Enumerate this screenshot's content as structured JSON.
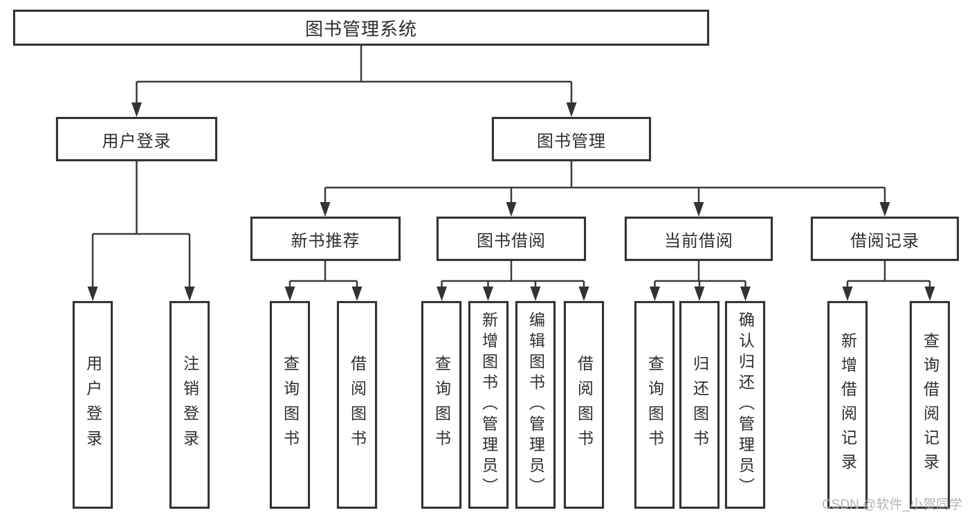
{
  "diagram": {
    "title": "图书管理系统",
    "branches": [
      {
        "label": "用户登录",
        "children": [
          {
            "label": "用户登录"
          },
          {
            "label": "注销登录"
          }
        ]
      },
      {
        "label": "图书管理",
        "sections": [
          {
            "label": "新书推荐",
            "children": [
              {
                "label": "查询图书"
              },
              {
                "label": "借阅图书"
              }
            ]
          },
          {
            "label": "图书借阅",
            "children": [
              {
                "label": "查询图书"
              },
              {
                "label": "新增图书（管理员）"
              },
              {
                "label": "编辑图书（管理员）"
              },
              {
                "label": "借阅图书"
              }
            ]
          },
          {
            "label": "当前借阅",
            "children": [
              {
                "label": "查询图书"
              },
              {
                "label": "归还图书"
              },
              {
                "label": "确认归还（管理员）"
              }
            ]
          },
          {
            "label": "借阅记录",
            "children": [
              {
                "label": "新增借阅记录"
              },
              {
                "label": "查询借阅记录"
              }
            ]
          }
        ]
      }
    ]
  },
  "watermark": {
    "text": "CSDN @软件_小贺同学"
  },
  "colors": {
    "line": "#3a3a3a",
    "box_border": "#333333",
    "text": "#2e2e2e",
    "watermark": "#b0b0b0",
    "background": "#ffffff"
  }
}
